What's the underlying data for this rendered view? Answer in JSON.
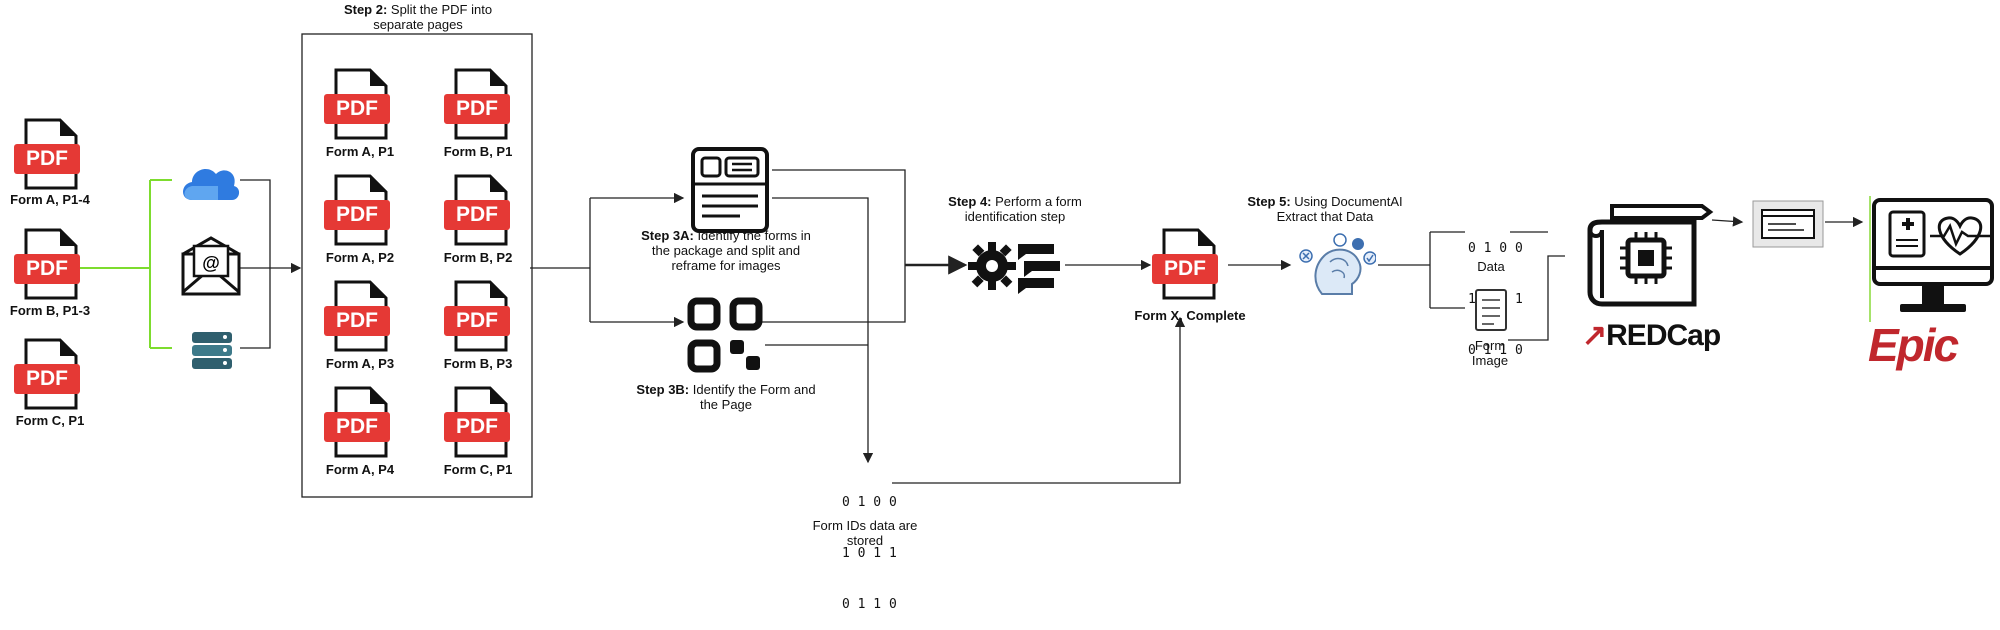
{
  "inputs": [
    {
      "label": "Form A, P1-4"
    },
    {
      "label": "Form B, P1-3"
    },
    {
      "label": "Form C, P1"
    }
  ],
  "step2": {
    "bold": "Step 2:",
    "text": " Split the PDF into separate pages"
  },
  "split_pages": [
    {
      "label": "Form A, P1"
    },
    {
      "label": "Form B, P1"
    },
    {
      "label": "Form A, P2"
    },
    {
      "label": "Form B, P2"
    },
    {
      "label": "Form A, P3"
    },
    {
      "label": "Form B, P3"
    },
    {
      "label": "Form A, P4"
    },
    {
      "label": "Form C, P1"
    }
  ],
  "step3a": {
    "bold": "Step 3A:",
    "text": " Identify the forms in the package and split and reframe for images"
  },
  "step3b": {
    "bold": "Step 3B:",
    "text": " Identify the Form and the Page"
  },
  "step4": {
    "bold": "Step 4:",
    "text": " Perform a form identification step"
  },
  "step5": {
    "bold": "Step 5:",
    "text": " Using DocumentAI Extract that Data"
  },
  "form_x": {
    "label": "Form X, Complete"
  },
  "binary": {
    "line1": "0 1 0 0",
    "line2": "1 0 1 1",
    "line3": "0 1 1 0"
  },
  "form_ids": {
    "caption": "Form IDs data are stored"
  },
  "data_label": "Data",
  "form_image_label": "Form Image",
  "pdf_badge": "PDF",
  "logos": {
    "redcap": "REDCap",
    "epic": "Epic"
  },
  "colors": {
    "pdf_red": "#e53935",
    "cloud_blue": "#2f7be0",
    "green_line": "#7ddc2e",
    "epic_red": "#c0272d"
  },
  "icons": [
    "pdf-file-icon",
    "cloud-icon",
    "email-icon",
    "database-icon",
    "form-layout-icon",
    "qr-code-icon",
    "gear-icon",
    "ai-brain-icon",
    "form-image-icon",
    "blueprint-chip-icon",
    "browser-window-icon",
    "monitor-health-icon"
  ]
}
